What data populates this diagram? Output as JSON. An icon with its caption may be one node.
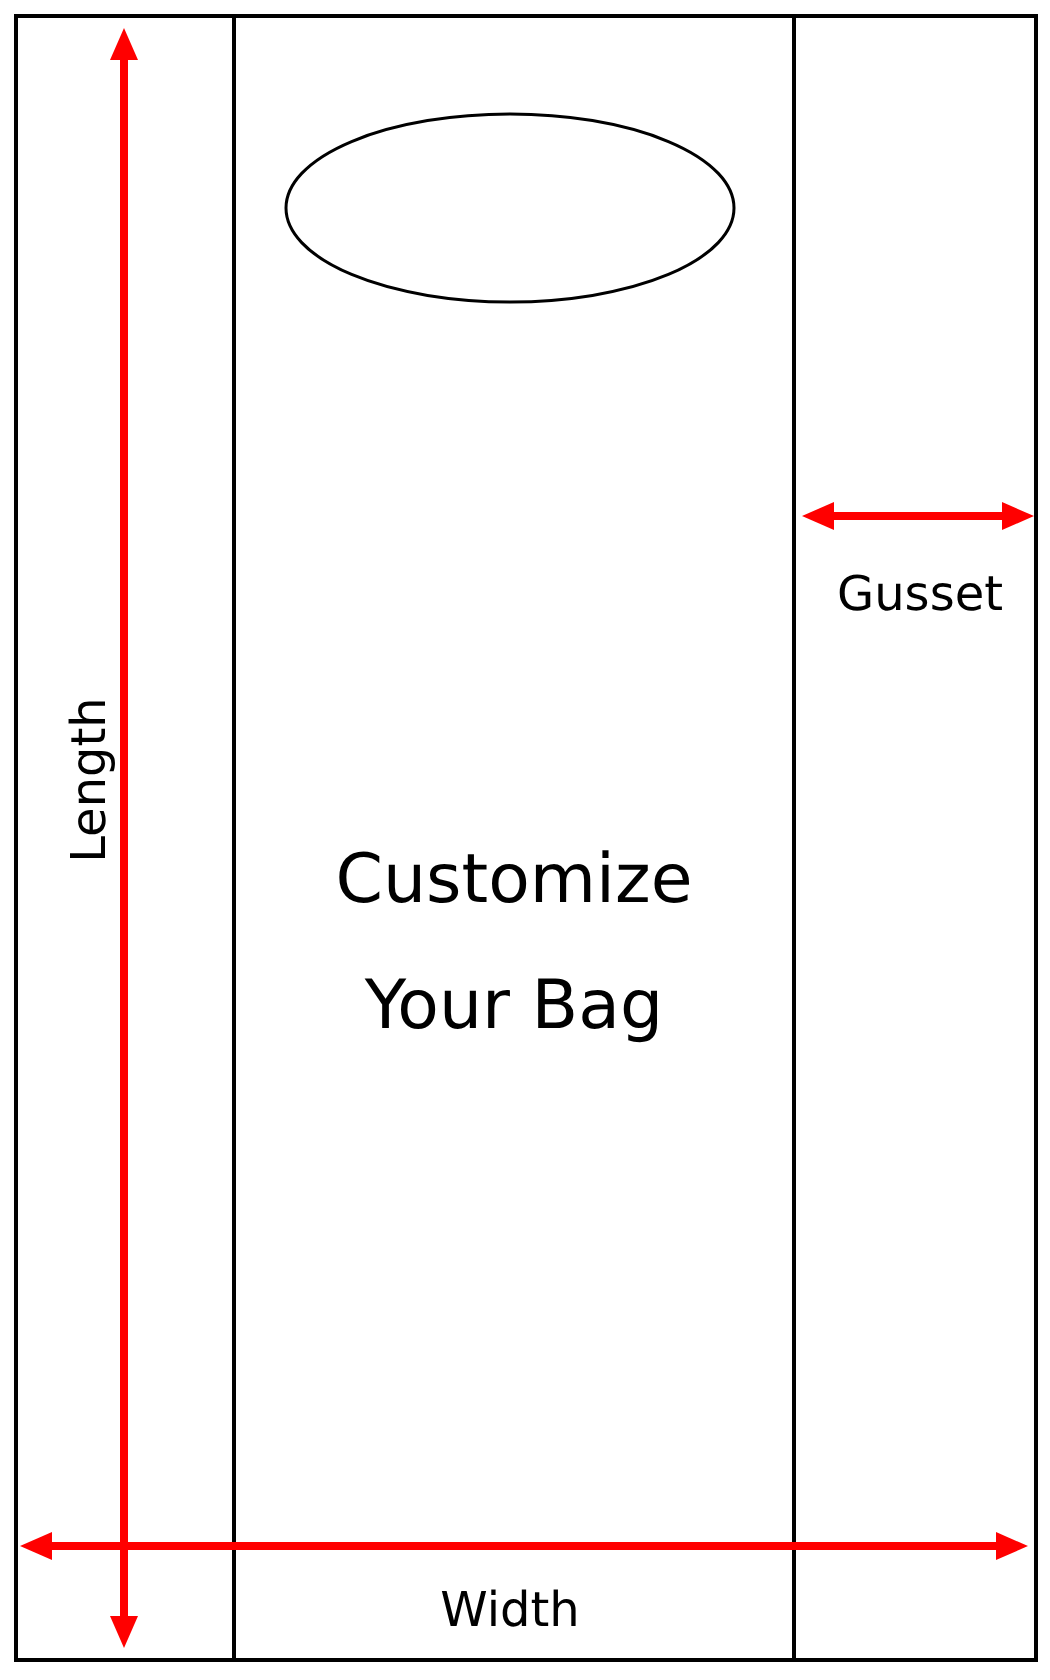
{
  "diagram": {
    "nodes": [
      {
        "text": [
          "Customize Your Bag"
        ]
      }
    ],
    "labels": [
      "Gusset",
      "Length",
      "Width"
    ]
  }
}
